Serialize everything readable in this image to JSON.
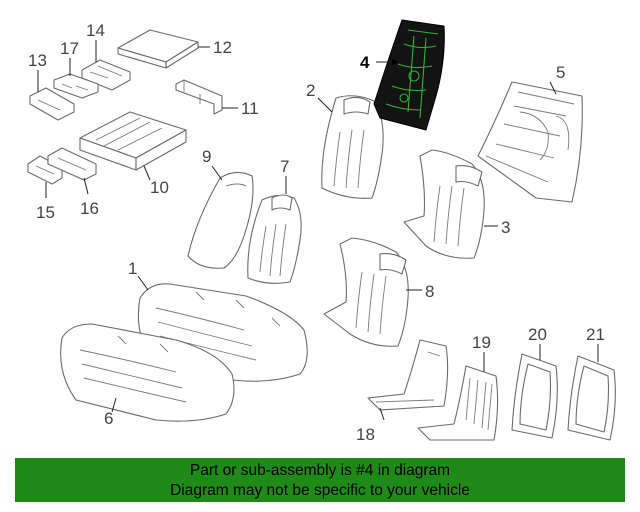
{
  "callouts": {
    "c1": "1",
    "c2": "2",
    "c3": "3",
    "c4": "4",
    "c5": "5",
    "c6": "6",
    "c7": "7",
    "c8": "8",
    "c9": "9",
    "c10": "10",
    "c11": "11",
    "c12": "12",
    "c13": "13",
    "c14": "14",
    "c15": "15",
    "c16": "16",
    "c17": "17",
    "c18": "18",
    "c19": "19",
    "c20": "20",
    "c21": "21"
  },
  "highlighted_part": "4",
  "banner": {
    "line1": "Part or sub-assembly is #4 in diagram",
    "line2": "Diagram may not be specific to your vehicle"
  },
  "colors": {
    "banner_bg": "#208a18",
    "highlight_fill": "#131313",
    "highlight_detail": "#2fb33b"
  }
}
